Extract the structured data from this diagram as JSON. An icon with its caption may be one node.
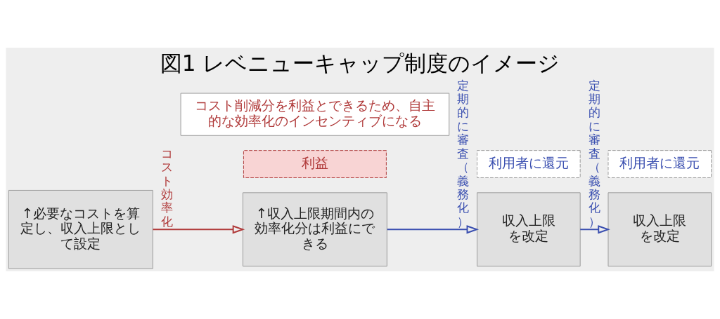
{
  "diagram": {
    "title": "図1 レベニューキャップ制度のイメージ",
    "nodes": [
      {
        "text": [
          "コスト削減分を利益とできるため、自主的な効率化のインセンティブになる"
        ]
      },
      {
        "text": [
          "↑必要なコストを算定し、収入上限として設定"
        ]
      },
      {
        "text": [
          "利益"
        ]
      },
      {
        "text": [
          "↑収入上限期間内の効率化分は利益にできる"
        ]
      },
      {
        "text": [
          "利用者に還元"
        ]
      },
      {
        "text": [
          "収入上限を改定"
        ]
      },
      {
        "text": [
          "利用者に還元"
        ]
      },
      {
        "text": [
          "収入上限を改定"
        ]
      }
    ],
    "edges": [
      {
        "from": 1,
        "to": 3,
        "arrow": "to",
        "label": "コスト効率化",
        "color": "#b03a3a"
      },
      {
        "from": 3,
        "to": 5,
        "arrow": "to",
        "label": "定期的に審査（義務化）"
      },
      {
        "from": 5,
        "to": 7,
        "arrow": "to",
        "label": "定期的に審査（義務化）"
      }
    ]
  }
}
